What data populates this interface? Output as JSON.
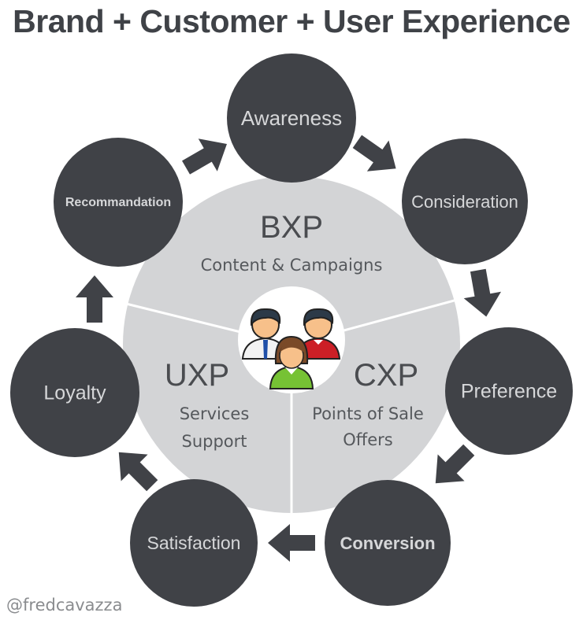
{
  "title": "Brand + Customer + User Experience",
  "credit": "@fredcavazza",
  "colors": {
    "node_fill": "#404247",
    "node_text": "#d6d7d9",
    "segment_fill": "#d3d4d6",
    "center_fill": "#ffffff",
    "heading_text": "#3f4247"
  },
  "center_icon": "user-group-icon",
  "segments": [
    {
      "id": "bxp",
      "title": "BXP",
      "lines": [
        "Content & Campaigns"
      ]
    },
    {
      "id": "uxp",
      "title": "UXP",
      "lines": [
        "Services",
        "Support"
      ]
    },
    {
      "id": "cxp",
      "title": "CXP",
      "lines": [
        "Points of Sale",
        "Offers"
      ]
    }
  ],
  "cycle": [
    {
      "label": "Awareness"
    },
    {
      "label": "Consideration"
    },
    {
      "label": "Preference"
    },
    {
      "label": "Conversion"
    },
    {
      "label": "Satisfaction"
    },
    {
      "label": "Loyalty"
    },
    {
      "label": "Recommandation"
    }
  ]
}
